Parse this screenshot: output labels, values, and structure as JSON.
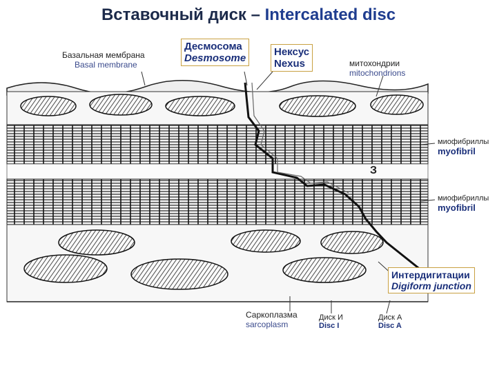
{
  "title": {
    "ru": "Вставочный диск",
    "dash": " – ",
    "en": "Intercalated disc"
  },
  "labels": {
    "basal_ru": "Базальная мембрана",
    "basal_en": "Basal membrane",
    "desmosome_ru": "Десмосома",
    "desmosome_en": "Desmosome",
    "nexus_ru": "Нексус",
    "nexus_en": "Nexus",
    "mito_ru": "митохондрии",
    "mito_en": "mitochondrions",
    "myofibril1_ru": "миофибриллы",
    "myofibril1_en": "myofibril",
    "myofibril2_ru": "миофибриллы",
    "myofibril2_en": "myofibril",
    "digiform_ru": "Интердигитации",
    "digiform_en": "Digiform junction",
    "sarco_ru": "Саркоплазма",
    "sarco_en": "sarcoplasm",
    "discI_ru": "Диск И",
    "discI_en": "Disc I",
    "discA_ru": "Диск А",
    "discA_en": "Disc A",
    "marker": "З"
  }
}
